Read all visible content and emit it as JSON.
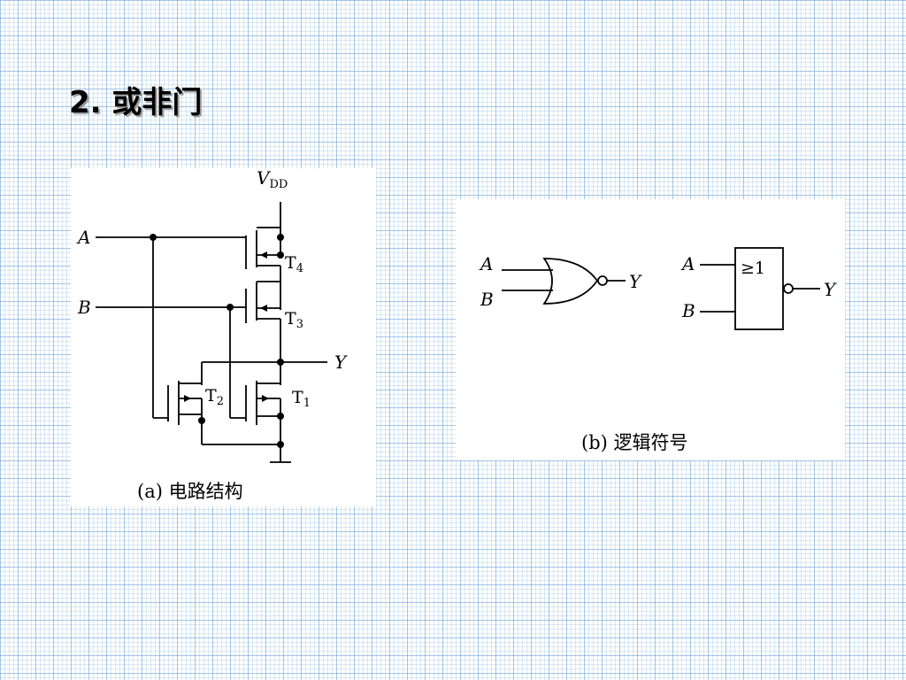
{
  "slide": {
    "title": "2. 或非门"
  },
  "circuit": {
    "supply_label_main": "V",
    "supply_label_sub": "DD",
    "input_a": "A",
    "input_b": "B",
    "output_y": "Y",
    "transistors": [
      {
        "main": "T",
        "sub": "4"
      },
      {
        "main": "T",
        "sub": "3"
      },
      {
        "main": "T",
        "sub": "2"
      },
      {
        "main": "T",
        "sub": "1"
      }
    ],
    "caption": "(a) 电路结构"
  },
  "symbol": {
    "input_a": "A",
    "input_b": "B",
    "output_y": "Y",
    "box_text": "≥1",
    "caption": "(b) 逻辑符号"
  }
}
